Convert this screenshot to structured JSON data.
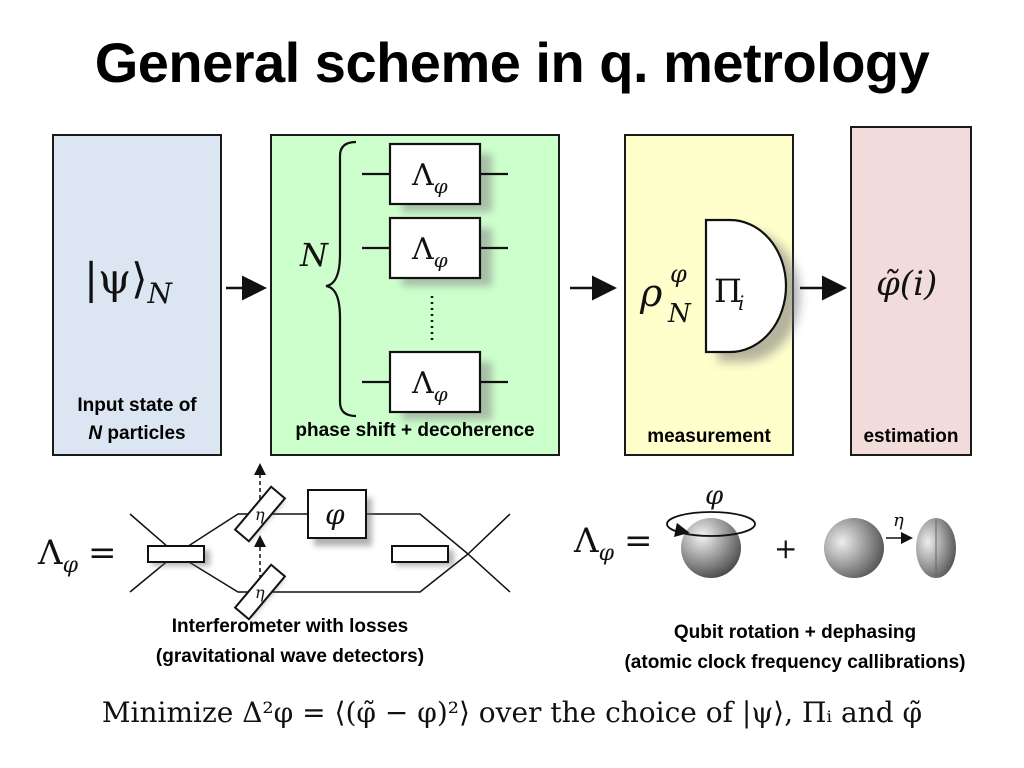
{
  "title": "General scheme in q. metrology",
  "panels": {
    "input": {
      "math": "|ψ⟩",
      "subscript": "N",
      "caption_line1": "Input state of",
      "caption_line2_var": "N",
      "caption_line2_rest": " particles"
    },
    "phase": {
      "gate_label": "Λ",
      "gate_sub": "φ",
      "brace_label": "N",
      "caption": "phase shift + decoherence"
    },
    "measurement": {
      "rho": "ρ",
      "rho_sup": "φ",
      "rho_sub": "N",
      "pi": "Π",
      "pi_sub": "i",
      "caption": "measurement"
    },
    "estimation": {
      "math": "φ̃(i)",
      "caption": "estimation"
    }
  },
  "interferometer": {
    "lhs": "Λ",
    "lhs_sub": "φ",
    "equals": "=",
    "phase_label": "φ",
    "loss_label": "η",
    "caption_line1": "Interferometer with losses",
    "caption_line2": "(gravitational wave detectors)"
  },
  "qubit": {
    "lhs": "Λ",
    "lhs_sub": "φ",
    "equals": "=",
    "rotation_label": "φ",
    "plus": "+",
    "dephasing_label": "η",
    "caption_line1": "Qubit rotation + dephasing",
    "caption_line2": "(atomic clock frequency callibrations)"
  },
  "footer_equation": "Minimize Δ²φ = ⟨(φ̃ − φ)²⟩ over the choice of |ψ⟩, Πᵢ and φ̃",
  "colors": {
    "input": "#dce6f2",
    "phase": "#ccffcc",
    "measurement": "#ffffcc",
    "estimation": "#f2dcdb"
  }
}
